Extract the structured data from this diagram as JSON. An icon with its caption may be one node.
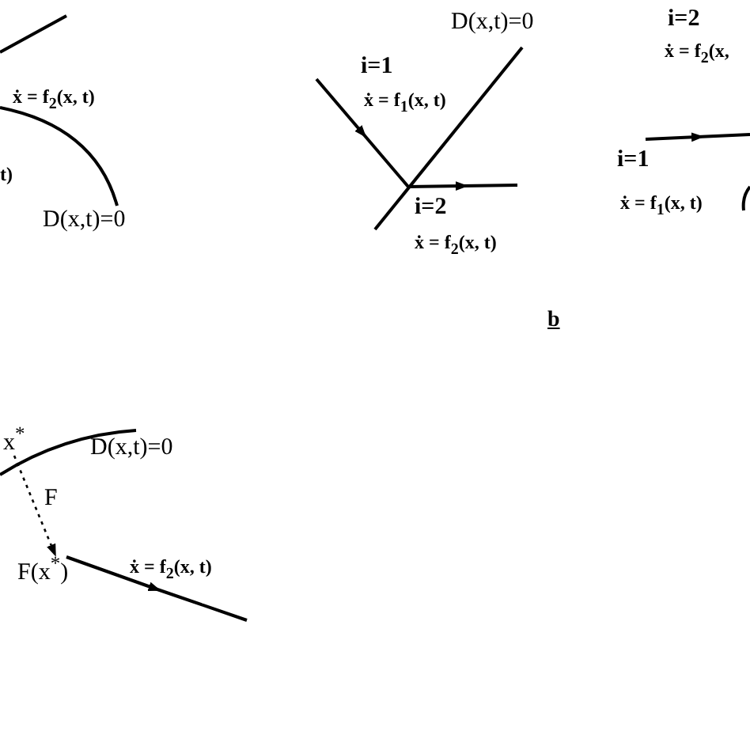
{
  "diagram": {
    "nodes": [
      {
        "text": [
          "x$^{*}$"
        ]
      },
      {
        "text": [
          "F(x$^{*}$)"
        ]
      }
    ],
    "edges": [
      {
        "from": 0,
        "to": 1,
        "arrow": "to",
        "label": "F",
        "style": "dashed"
      }
    ],
    "labels": [
      "ẋ = f$_{2}$(x, t)",
      "t)",
      "D(x,t)=0",
      "D(x,t)=0",
      "i=1",
      "ẋ = f$_{1}$(x, t)",
      "i=2",
      "ẋ = f$_{2}$(x, t)",
      "i=2",
      "ẋ = f$_{2}$(x,",
      "i=1",
      "ẋ = f$_{1}$(x, t)",
      "b",
      "D(x,t)=0",
      "ẋ = f$_{2}$(x, t)"
    ]
  }
}
